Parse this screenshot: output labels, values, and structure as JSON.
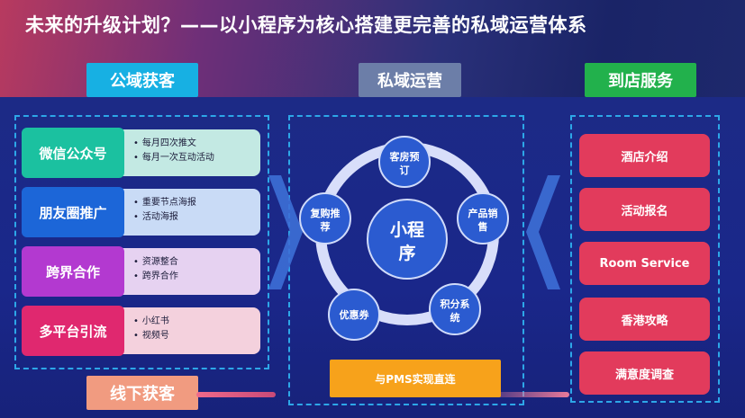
{
  "title": "未来的升级计划？——以小程序为核心搭建更完善的私域运营体系",
  "headers": {
    "public": "公域获客",
    "private": "私域运营",
    "store": "到店服务"
  },
  "channels": [
    {
      "name": "微信公众号",
      "items": [
        "每月四次推文",
        "每月一次互动活动"
      ]
    },
    {
      "name": "朋友圈推广",
      "items": [
        "重要节点海报",
        "活动海报"
      ]
    },
    {
      "name": "跨界合作",
      "items": [
        "资源整合",
        "跨界合作"
      ]
    },
    {
      "name": "多平台引流",
      "items": [
        "小红书",
        "视频号"
      ]
    }
  ],
  "offline": "线下获客",
  "center": {
    "core": "小程序",
    "nodes": [
      "客房预订",
      "产品销售",
      "积分系统",
      "优惠券",
      "复购推荐"
    ]
  },
  "pms": "与PMS实现直连",
  "services": [
    "酒店介绍",
    "活动报名",
    "Room Service",
    "香港攻略",
    "满意度调查"
  ],
  "colors": {
    "accent_blue": "#17b0e3",
    "accent_green": "#22b14c",
    "accent_orange": "#f7a21b",
    "service_red": "#e23b5c"
  }
}
